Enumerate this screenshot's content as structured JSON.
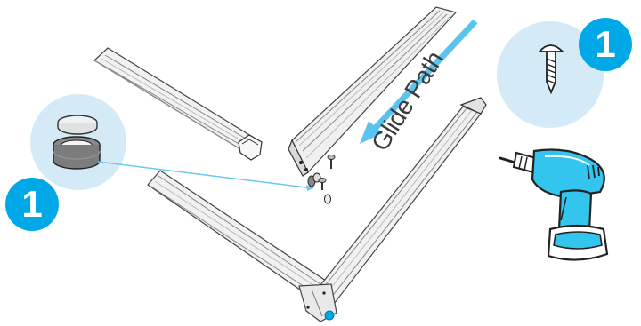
{
  "diagram": {
    "step_badges": [
      {
        "number": "1"
      },
      {
        "number": "1"
      }
    ],
    "glide_label": "Glide Path",
    "parts": {
      "left_callout_icon": "cap-and-tape-ring-icon",
      "right_callout_icon": "screw-icon",
      "tool_icon": "cordless-drill-icon"
    },
    "colors": {
      "accent_blue": "#00a8e8",
      "callout_circle": "#d4ebf7",
      "arrow": "#5bc4ee",
      "drill_body": "#33c5ee",
      "outline": "#222222"
    }
  }
}
